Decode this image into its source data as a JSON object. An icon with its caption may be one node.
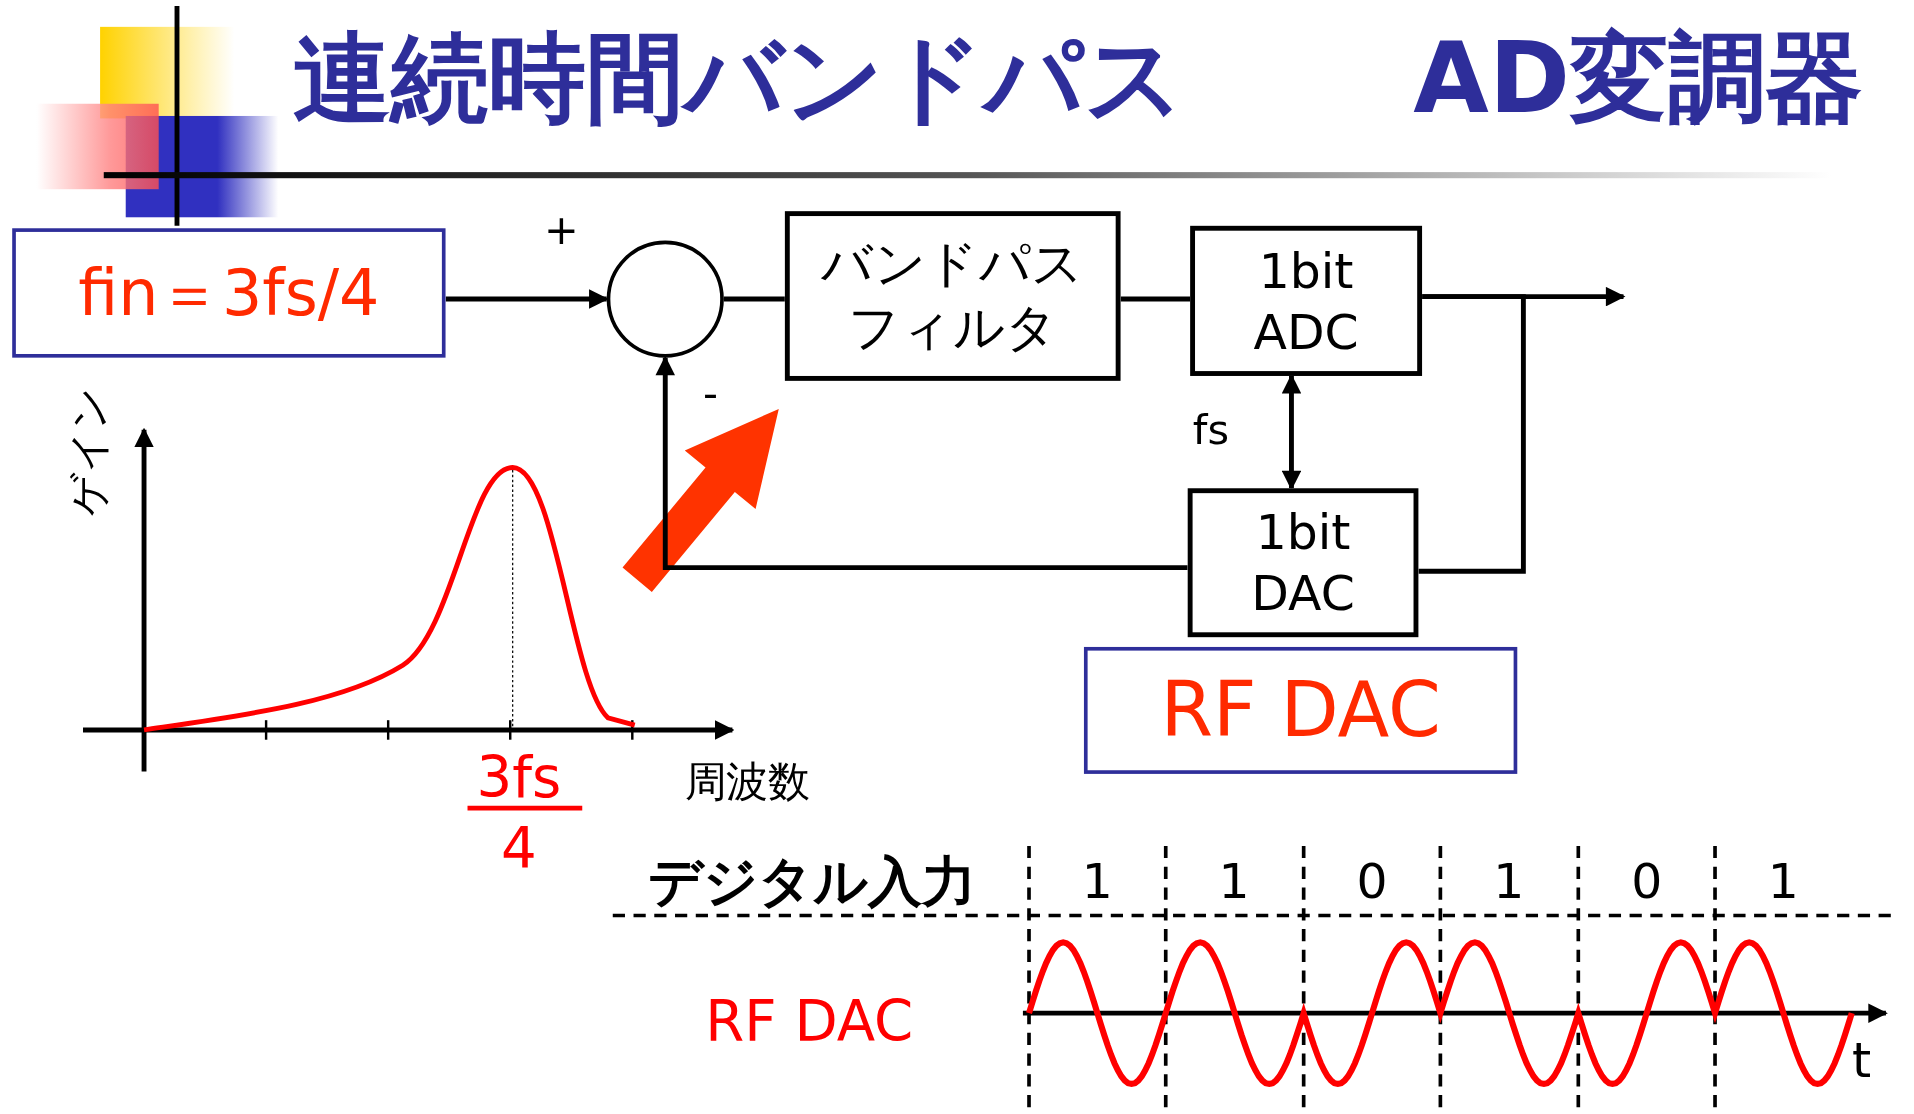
{
  "diagram": {
    "title": "連続時間バンドパス AD変調器",
    "nodes": [
      {
        "text": [
          "fin＝3fs/4"
        ]
      },
      {
        "text": [],
        "shape": "circle"
      },
      {
        "text": [
          "バンドパスフィルタ"
        ]
      },
      {
        "text": [
          "1bit ADC"
        ]
      },
      {
        "text": [
          "1bit DAC"
        ]
      },
      {
        "text": [
          "RF DAC"
        ]
      }
    ],
    "edges": [
      {
        "from": 0,
        "to": 1,
        "arrow": "to",
        "label": "+"
      },
      {
        "from": 1,
        "to": 2,
        "arrow": "none"
      },
      {
        "from": 2,
        "to": 3,
        "arrow": "none"
      },
      {
        "from": 3,
        "to": null,
        "arrow": "to"
      },
      {
        "from": 3,
        "to": 4,
        "arrow": "both",
        "label": "fs"
      },
      {
        "from": 3,
        "to": 4,
        "arrow": "none"
      },
      {
        "from": 4,
        "to": 1,
        "arrow": "to",
        "label": "-"
      }
    ],
    "labels": [
      "ゲイン",
      "3fs",
      "4",
      "周波数",
      "デジタル入力",
      "1",
      "1",
      "0",
      "1",
      "0",
      "1",
      "RF DAC",
      "t"
    ]
  }
}
